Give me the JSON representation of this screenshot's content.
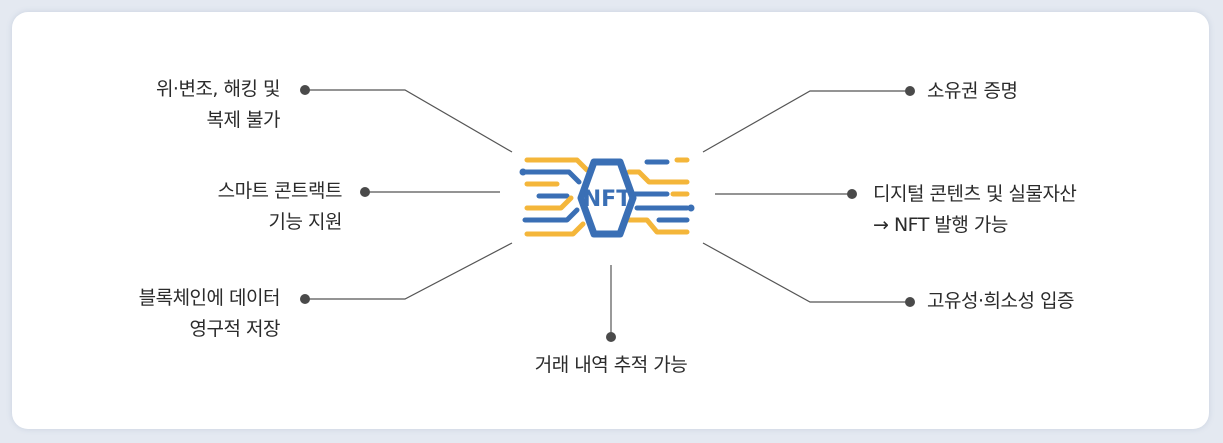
{
  "center": {
    "label": "NFT"
  },
  "features": {
    "top_left": {
      "lines": [
        "위·변조, 해킹 및",
        "복제 불가"
      ]
    },
    "mid_left": {
      "lines": [
        "스마트 콘트랙트",
        "기능 지원"
      ]
    },
    "bottom_left": {
      "lines": [
        "블록체인에 데이터",
        "영구적 저장"
      ]
    },
    "bottom_center": {
      "lines": [
        "거래 내역 추적 가능"
      ]
    },
    "top_right": {
      "lines": [
        "소유권 증명"
      ]
    },
    "mid_right": {
      "lines": [
        "디지털 콘텐츠 및 실물자산",
        "→ NFT 발행 가능"
      ]
    },
    "bottom_right": {
      "lines": [
        "고유성·희소성 입증"
      ]
    }
  },
  "colors": {
    "blue": "#3a6fb5",
    "yellow": "#f4b63a",
    "line": "#555555",
    "dot": "#4a4a4a",
    "background": "#ffffff"
  }
}
